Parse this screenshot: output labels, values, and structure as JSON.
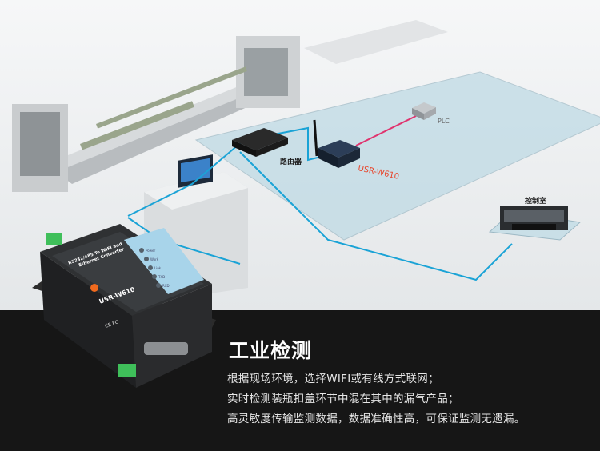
{
  "scene": {
    "labels": {
      "router": "路由器",
      "device": "USR-W610",
      "plc": "PLC",
      "control_room": "控制室"
    },
    "device_panel": {
      "product_name": "RS232/485 To WIFI and Ethernet Converter",
      "model": "USR-W610",
      "leds": [
        "Power",
        "Work",
        "Link",
        "TXD",
        "RXD"
      ],
      "certifications": "CE FC"
    },
    "colors": {
      "network_line": "#1aa3d6",
      "serial_line": "#e0336e",
      "device_label": "#e8442a",
      "band": "#161616"
    }
  },
  "caption": {
    "title": "工业检测",
    "lines": [
      "根据现场环境，选择WIFI或有线方式联网；",
      "实时检测装瓶扣盖环节中混在其中的漏气产品；",
      "高灵敏度传输监测数据，数据准确性高，可保证监测无遗漏。"
    ]
  }
}
